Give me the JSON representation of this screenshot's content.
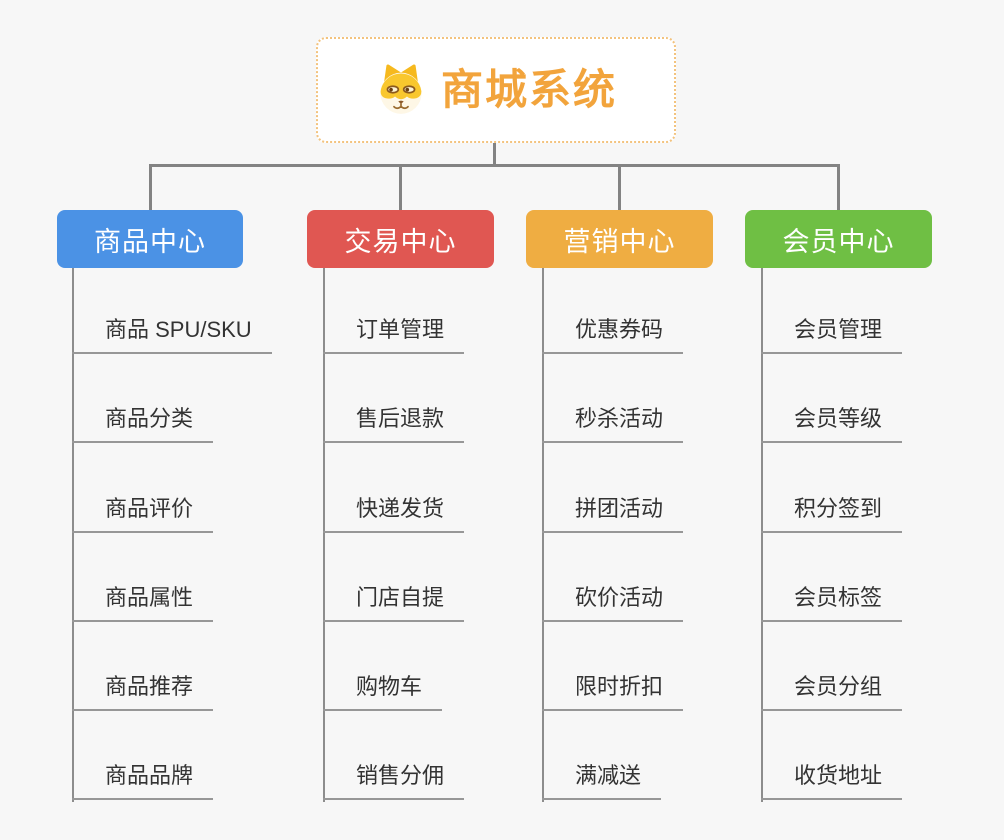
{
  "root": {
    "title": "商城系统",
    "icon": "dog-icon"
  },
  "colors": {
    "background": "#F7F7F7",
    "connector": "#838383",
    "underline": "#979797",
    "root_border": "#F3C37E",
    "root_title": "#F2A43C"
  },
  "branches": [
    {
      "title": "商品中心",
      "color": "#4B92E5",
      "items": [
        "商品 SPU/SKU",
        "商品分类",
        "商品评价",
        "商品属性",
        "商品推荐",
        "商品品牌"
      ]
    },
    {
      "title": "交易中心",
      "color": "#E05752",
      "items": [
        "订单管理",
        "售后退款",
        "快递发货",
        "门店自提",
        "购物车",
        "销售分佣"
      ]
    },
    {
      "title": "营销中心",
      "color": "#EFAD42",
      "items": [
        "优惠券码",
        "秒杀活动",
        "拼团活动",
        "砍价活动",
        "限时折扣",
        "满减送"
      ]
    },
    {
      "title": "会员中心",
      "color": "#6FBF44",
      "items": [
        "会员管理",
        "会员等级",
        "积分签到",
        "会员标签",
        "会员分组",
        "收货地址"
      ]
    }
  ]
}
